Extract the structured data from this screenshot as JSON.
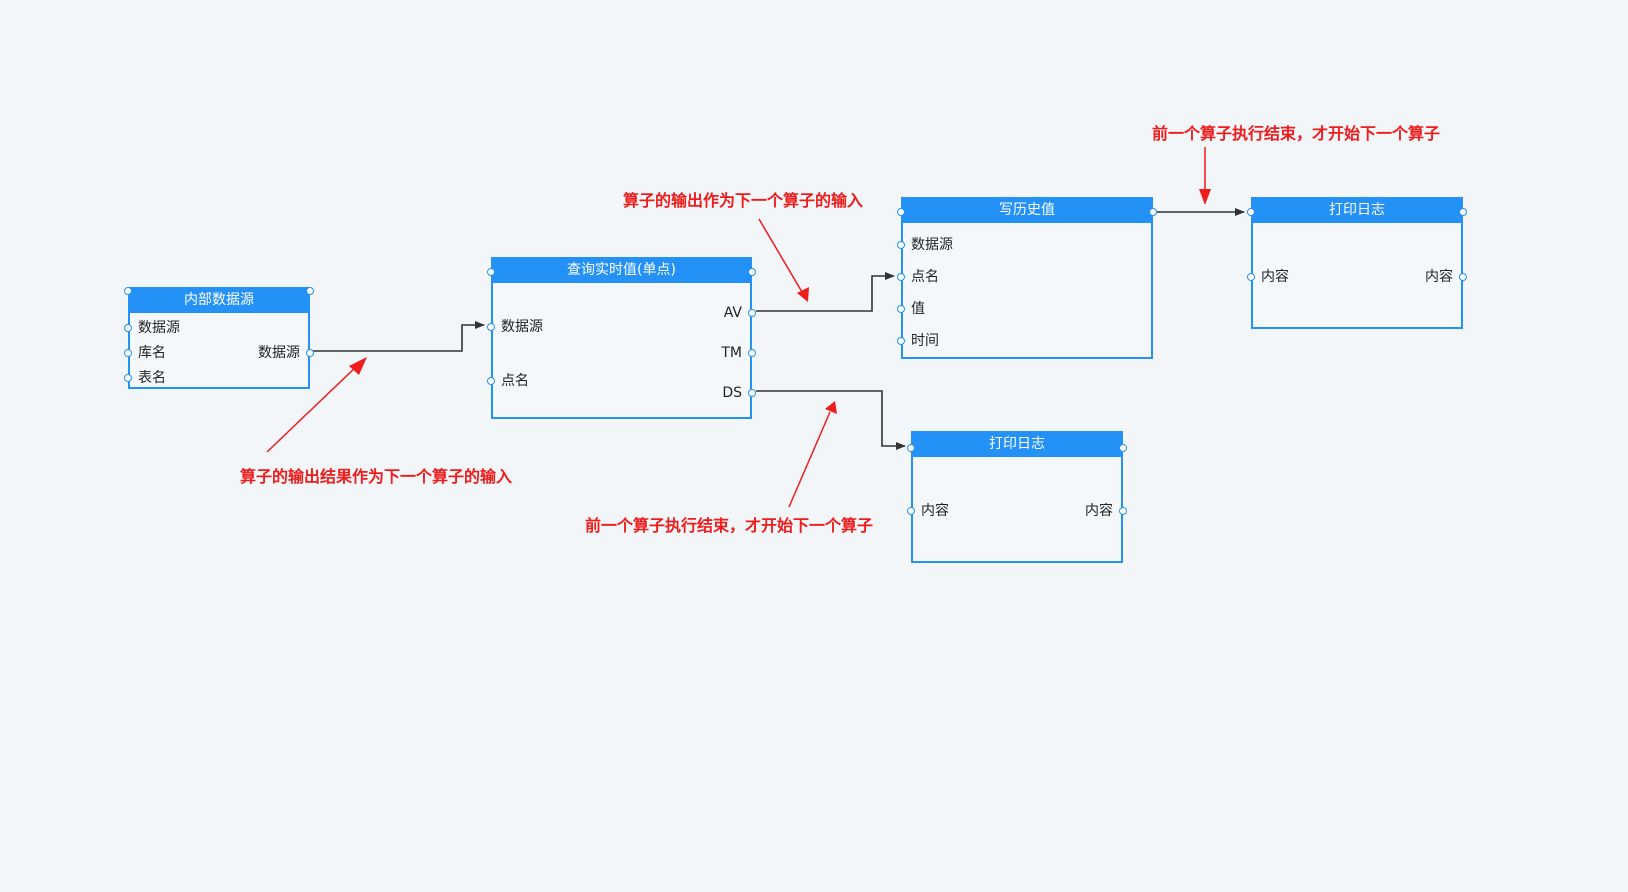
{
  "nodes": {
    "internal_source": {
      "title": "内部数据源",
      "inputs": [
        "数据源",
        "库名",
        "表名"
      ],
      "output": "数据源"
    },
    "query_realtime": {
      "title": "查询实时值(单点)",
      "inputs": [
        "数据源",
        "点名"
      ],
      "outputs": [
        "AV",
        "TM",
        "DS"
      ]
    },
    "write_history": {
      "title": "写历史值",
      "inputs": [
        "数据源",
        "点名",
        "值",
        "时间"
      ]
    },
    "print_log_top": {
      "title": "打印日志",
      "input": "内容",
      "output": "内容"
    },
    "print_log_bottom": {
      "title": "打印日志",
      "input": "内容",
      "output": "内容"
    }
  },
  "annotations": {
    "output_result_as_input": "算子的输出结果作为下一个算子的输入",
    "output_as_input": "算子的输出作为下一个算子的输入",
    "prev_finish_next_start_top": "前一个算子执行结束，才开始下一个算子",
    "prev_finish_next_start_bottom": "前一个算子执行结束，才开始下一个算子"
  },
  "colors": {
    "node_blue": "#2491f7",
    "annotation_red": "#f01b1b",
    "wire": "#333333",
    "background": "#f2f6f9"
  }
}
